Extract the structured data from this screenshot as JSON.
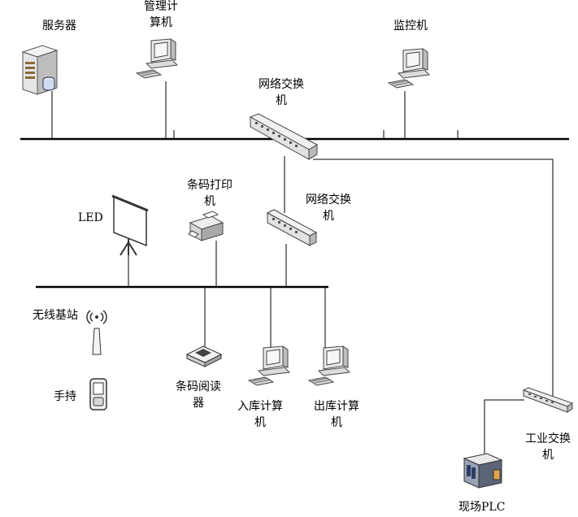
{
  "labels": {
    "server": "服务器",
    "mgmt_line1": "管理计",
    "mgmt_line2": "算机",
    "monitor": "监控机",
    "switch_main_line1": "网络交换",
    "switch_main_line2": "机",
    "led": "LED",
    "barcode_printer_line1": "条码打印",
    "barcode_printer_line2": "机",
    "switch_sub_line1": "网络交换",
    "switch_sub_line2": "机",
    "wireless_ap": "无线基站",
    "handheld": "手持",
    "barcode_reader_line1": "条码阅读",
    "barcode_reader_line2": "器",
    "inbound_line1": "入库计算",
    "inbound_line2": "机",
    "outbound_line1": "出库计算",
    "outbound_line2": "机",
    "industrial_switch_line1": "工业交换",
    "industrial_switch_line2": "机",
    "plc": "现场PLC"
  },
  "icons": {
    "server": "server-tower-icon",
    "computers": "desktop-computer-icon",
    "switches": "network-switch-icon",
    "led": "led-projection-screen-icon",
    "printer": "barcode-printer-icon",
    "reader": "barcode-scanner-icon",
    "ap": "wireless-antenna-icon",
    "handheld": "handheld-terminal-icon",
    "plc": "plc-rack-icon"
  },
  "colors": {
    "line": "#000000",
    "device_body": "#e9e9e9",
    "device_shade": "#b8b8b8",
    "screen": "#f4f4f4"
  }
}
